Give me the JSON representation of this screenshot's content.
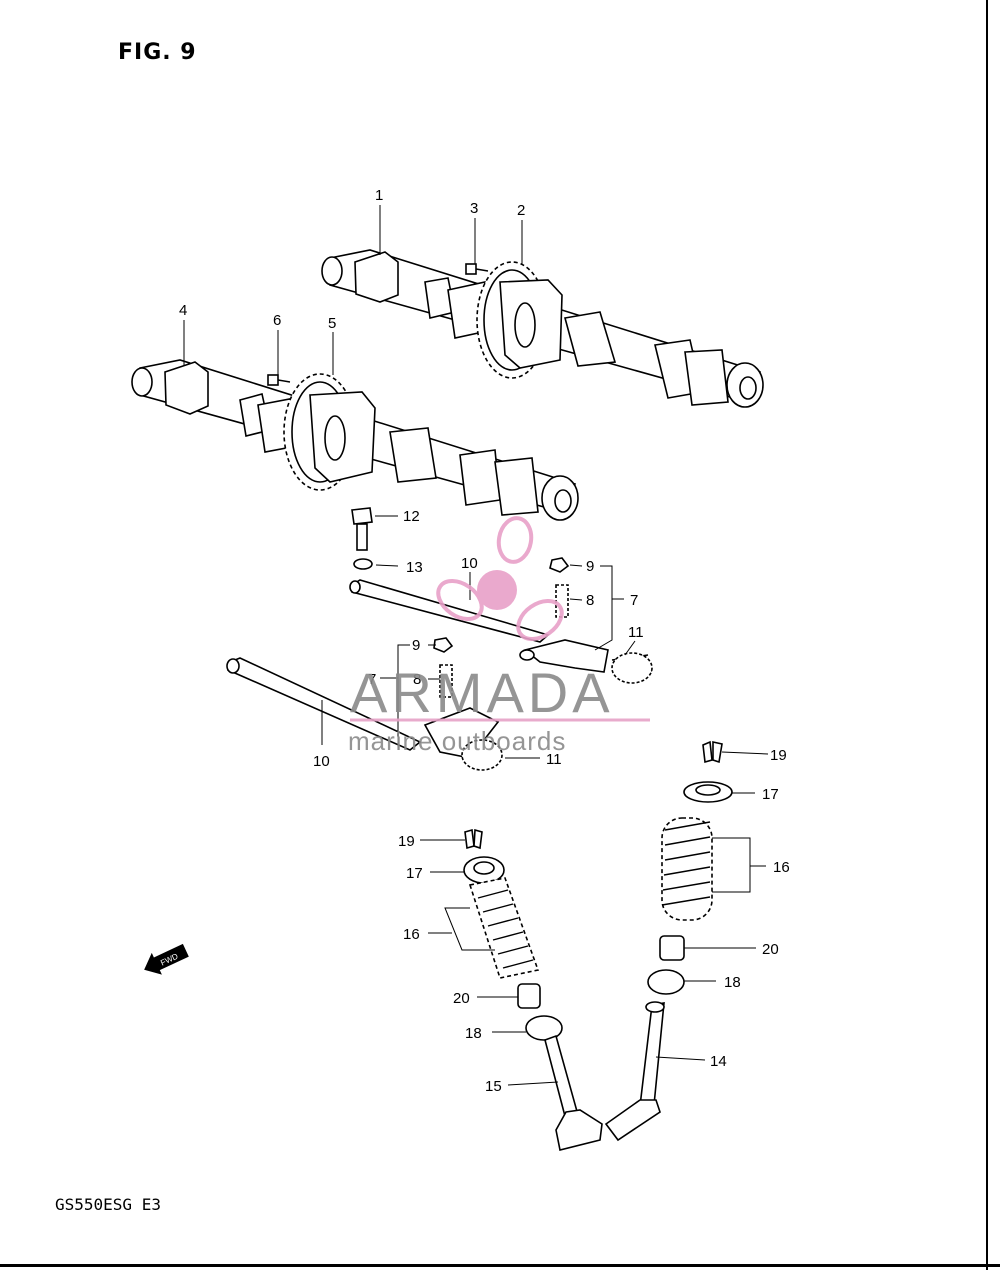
{
  "figure": {
    "title": "FIG. 9",
    "model_code": "GS550ESG  E3",
    "fwd_label": "FWD"
  },
  "watermark": {
    "brand": "ARMADA",
    "tagline": "marine outboards",
    "colors": {
      "propeller": "#e8a0c8",
      "text": "#8a8a8a",
      "line": "#e6a3c7"
    }
  },
  "callouts": [
    {
      "id": "c1",
      "label": "1"
    },
    {
      "id": "c3",
      "label": "3"
    },
    {
      "id": "c2",
      "label": "2"
    },
    {
      "id": "c4",
      "label": "4"
    },
    {
      "id": "c6",
      "label": "6"
    },
    {
      "id": "c5",
      "label": "5"
    },
    {
      "id": "c12",
      "label": "12"
    },
    {
      "id": "c13",
      "label": "13"
    },
    {
      "id": "c10a",
      "label": "10"
    },
    {
      "id": "c9a",
      "label": "9"
    },
    {
      "id": "c8a",
      "label": "8"
    },
    {
      "id": "c7a",
      "label": "7"
    },
    {
      "id": "c11a",
      "label": "11"
    },
    {
      "id": "c9b",
      "label": "9"
    },
    {
      "id": "c7b",
      "label": "7"
    },
    {
      "id": "c8b",
      "label": "8"
    },
    {
      "id": "c10b",
      "label": "10"
    },
    {
      "id": "c11b",
      "label": "11"
    },
    {
      "id": "c19a",
      "label": "19"
    },
    {
      "id": "c17a",
      "label": "17"
    },
    {
      "id": "c16a",
      "label": "16"
    },
    {
      "id": "c20a",
      "label": "20"
    },
    {
      "id": "c18a",
      "label": "18"
    },
    {
      "id": "c14",
      "label": "14"
    },
    {
      "id": "c19b",
      "label": "19"
    },
    {
      "id": "c17b",
      "label": "17"
    },
    {
      "id": "c16b",
      "label": "16"
    },
    {
      "id": "c20b",
      "label": "20"
    },
    {
      "id": "c18b",
      "label": "18"
    },
    {
      "id": "c15",
      "label": "15"
    }
  ]
}
